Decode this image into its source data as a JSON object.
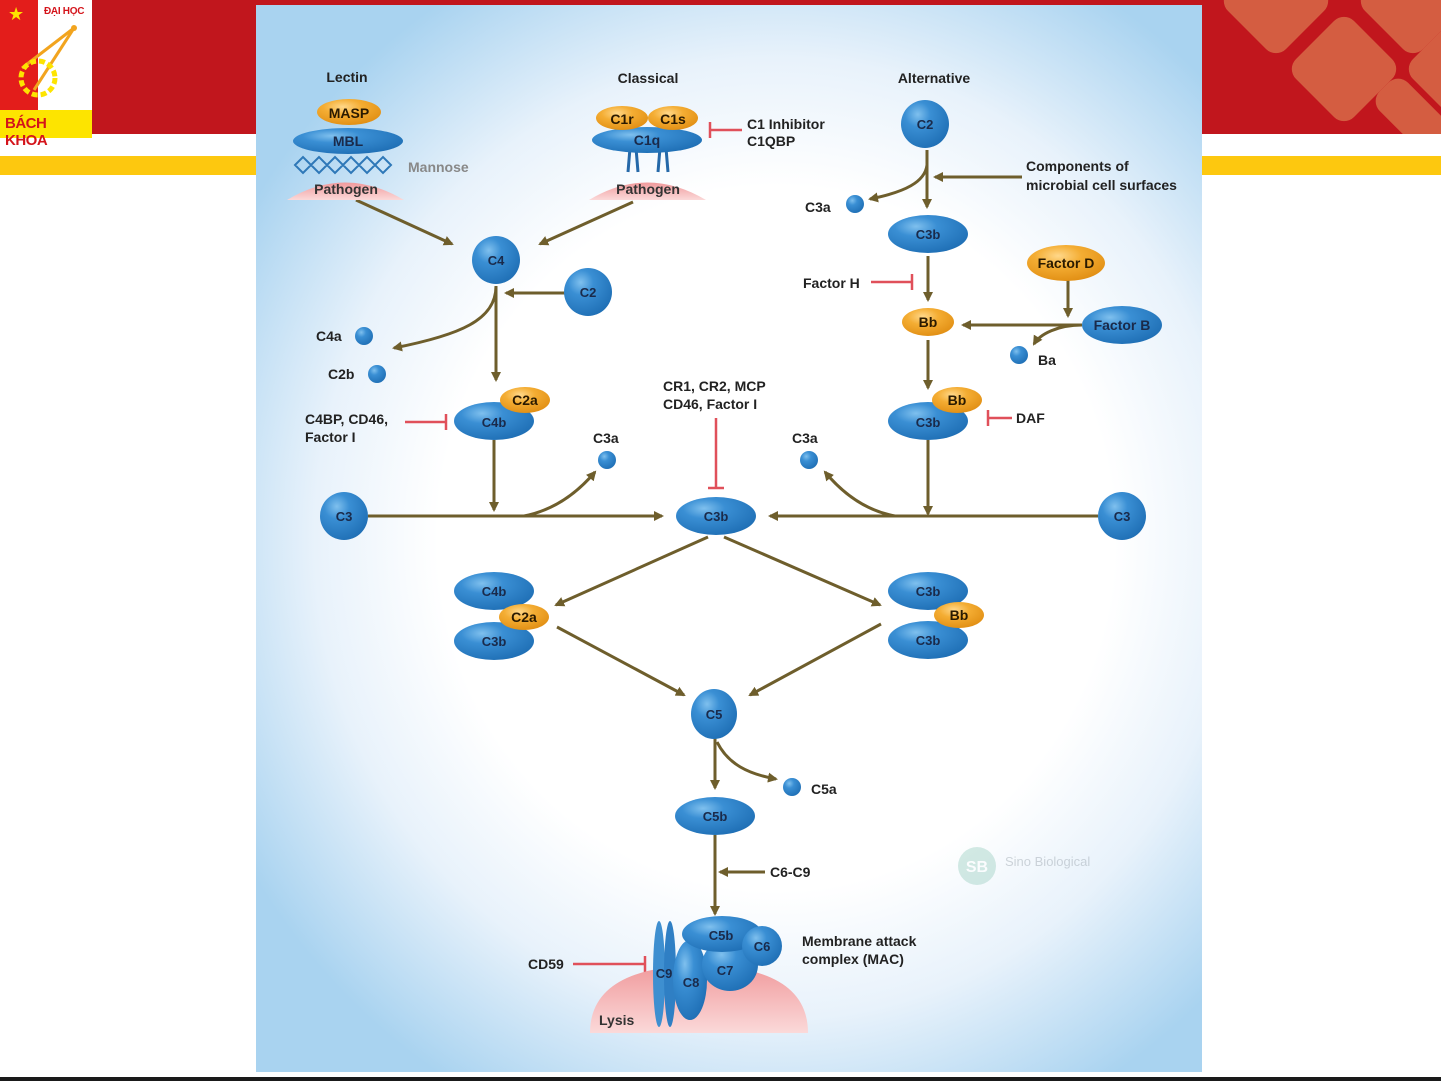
{
  "slide": {
    "logo": {
      "top_text": "ĐẠI HỌC",
      "bottom_text": "BÁCH KHOA",
      "star": "★"
    },
    "colors": {
      "banner_red": "#c1161d",
      "banner_yellow": "#fdc80f",
      "node_blue": "#2f82c8",
      "node_orange": "#f3a72b",
      "arrow": "#6e5e2c",
      "inhibit": "#e0505a",
      "pathogen": "#f2a5a5"
    }
  },
  "diagram": {
    "pathways": {
      "lectin": "Lectin",
      "classical": "Classical",
      "alternative": "Alternative"
    },
    "lectin": {
      "masp": "MASP",
      "mbl": "MBL",
      "mannose": "Mannose",
      "pathogen": "Pathogen"
    },
    "classical": {
      "c1r": "C1r",
      "c1s": "C1s",
      "c1q": "C1q",
      "pathogen": "Pathogen",
      "inhibitor_line1": "C1 Inhibitor",
      "inhibitor_line2": "C1QBP"
    },
    "alternative": {
      "c2": "C2",
      "microbial_line1": "Components of",
      "microbial_line2": "microbial cell surfaces",
      "c3a": "C3a",
      "c3b": "C3b",
      "factor_h": "Factor H",
      "factor_d": "Factor D",
      "bb": "Bb",
      "factor_b": "Factor B",
      "ba": "Ba",
      "conv_bb": "Bb",
      "conv_c3b": "C3b",
      "daf": "DAF",
      "c3a_lower": "C3a",
      "c3_right": "C3"
    },
    "common": {
      "c4": "C4",
      "c2": "C2",
      "c4a": "C4a",
      "c2b": "C2b",
      "c2a": "C2a",
      "c4b": "C4b",
      "reg_line1": "C4BP, CD46,",
      "reg_line2": "Factor I",
      "c3a": "C3a",
      "c3_left": "C3",
      "center_reg_line1": "CR1, CR2, MCP",
      "center_reg_line2": "CD46, Factor I",
      "c3b_center": "C3b",
      "left_c4b": "C4b",
      "left_c2a": "C2a",
      "left_c3b": "C3b",
      "right_c3b_top": "C3b",
      "right_bb": "Bb",
      "right_c3b_bottom": "C3b",
      "c5": "C5",
      "c5a": "C5a",
      "c5b": "C5b",
      "c6c9": "C6-C9"
    },
    "mac": {
      "c5b": "C5b",
      "c6": "C6",
      "c7": "C7",
      "c8": "C8",
      "c9": "C9",
      "cd59": "CD59",
      "lysis": "Lysis",
      "label_line1": "Membrane attack",
      "label_line2": "complex (MAC)"
    },
    "watermark": {
      "logo": "SB",
      "name": "Sino Biological"
    }
  }
}
